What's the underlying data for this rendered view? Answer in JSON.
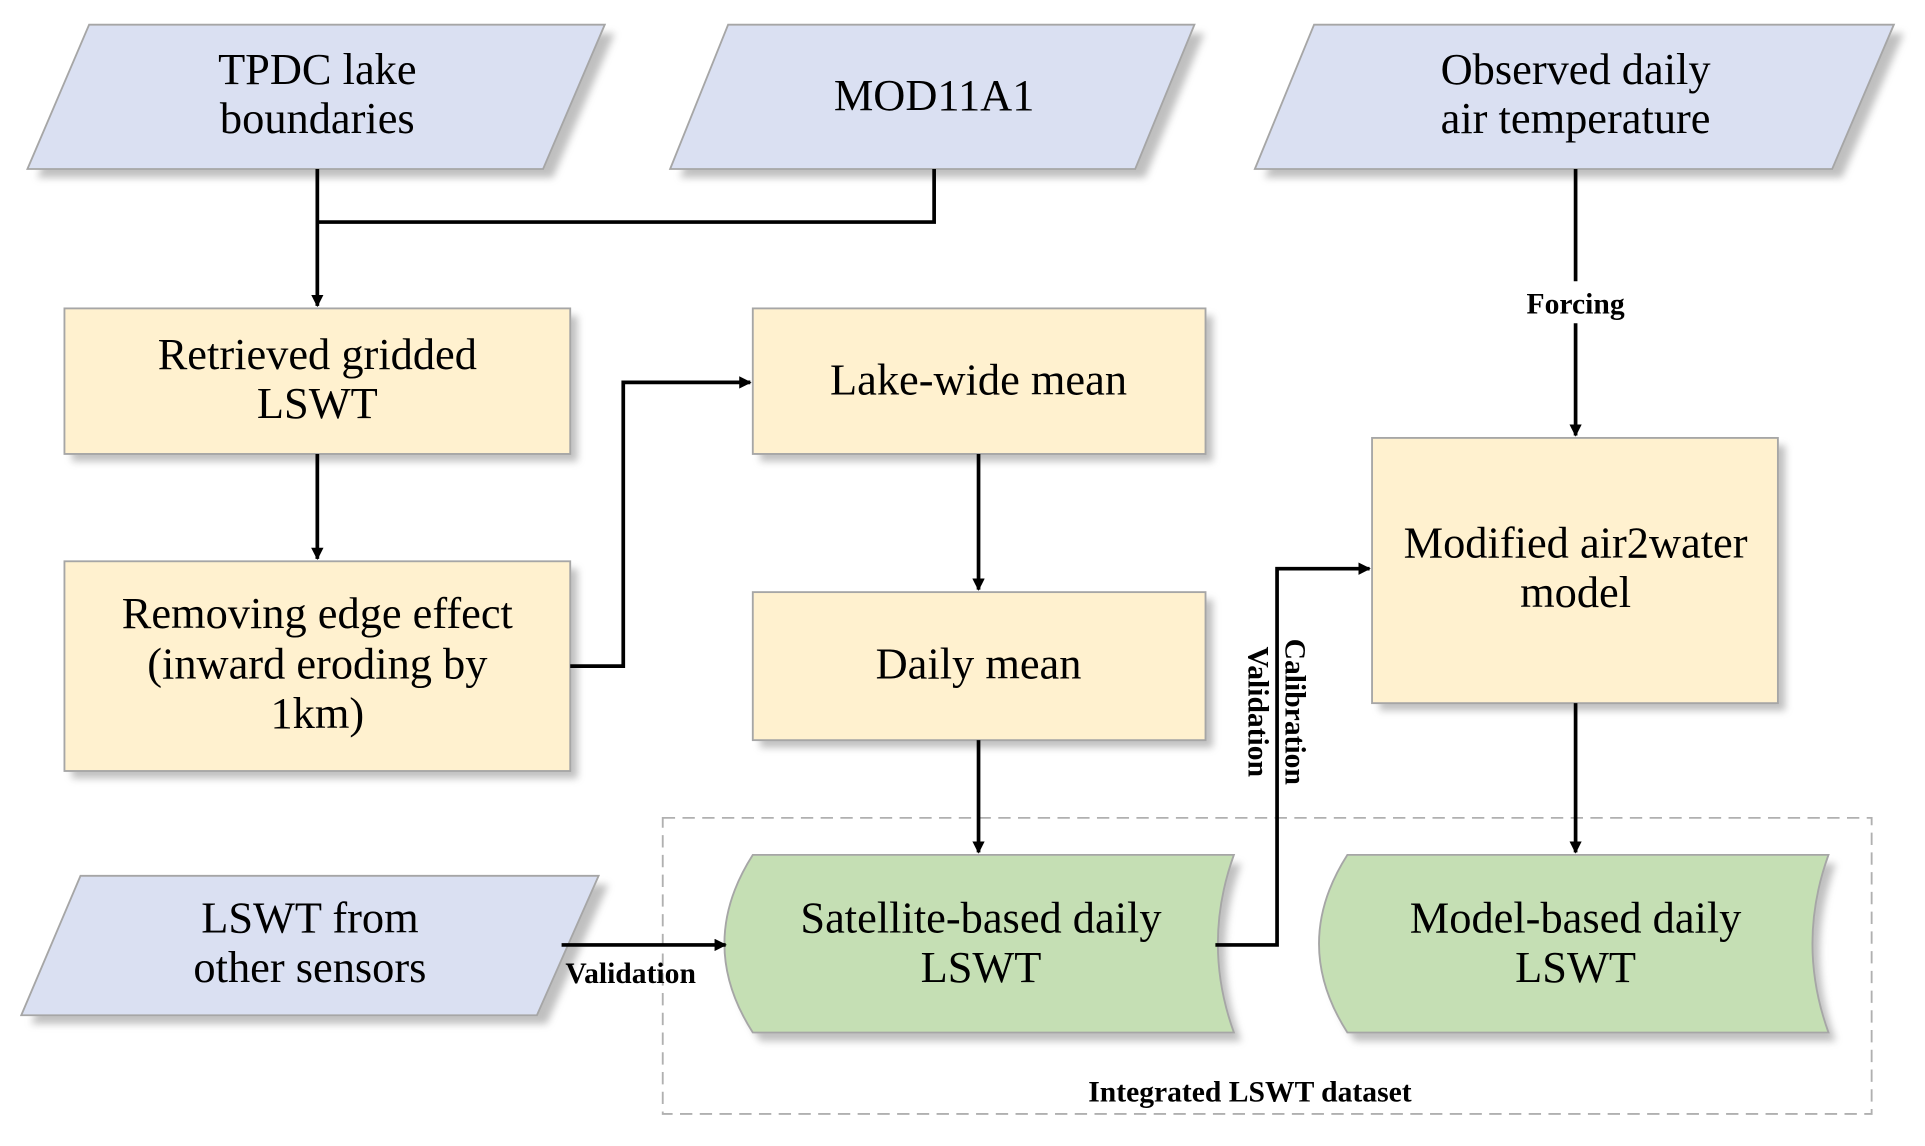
{
  "colors": {
    "input": "#dae0f2",
    "process": "#fff1cf",
    "output": "#c5dfb4",
    "border": "#a6a6a6"
  },
  "nodes": {
    "tpdc": [
      "TPDC lake",
      "boundaries"
    ],
    "mod11a1": [
      "MOD11A1"
    ],
    "observed": [
      "Observed daily",
      "air temperature"
    ],
    "retrieved": [
      "Retrieved gridded",
      "LSWT"
    ],
    "removing": [
      "Removing edge effect",
      "(inward eroding by",
      "1km)"
    ],
    "lake_wide": [
      "Lake-wide mean"
    ],
    "daily_mean": [
      "Daily mean"
    ],
    "air2water": [
      "Modified air2water",
      "model"
    ],
    "other_sensors": [
      "LSWT from",
      "other sensors"
    ],
    "satellite": [
      "Satellite-based daily",
      "LSWT"
    ],
    "model_based": [
      "Model-based daily",
      "LSWT"
    ]
  },
  "edge_labels": {
    "forcing": "Forcing",
    "validation_left": "Validation",
    "calibration": "Calibration",
    "validation_vertical": "Validation"
  },
  "group_label": "Integrated LSWT dataset"
}
